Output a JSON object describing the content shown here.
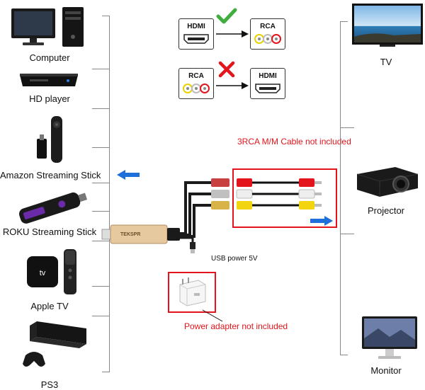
{
  "devices_left": [
    {
      "label": "Computer",
      "icon": "computer-icon"
    },
    {
      "label": "HD player",
      "icon": "hd-player-icon"
    },
    {
      "label": "Amazon Streaming Stick",
      "icon": "amazon-stick-icon"
    },
    {
      "label": "ROKU Streaming Stick",
      "icon": "roku-stick-icon"
    },
    {
      "label": "Apple TV",
      "icon": "apple-tv-icon"
    },
    {
      "label": "PS3",
      "icon": "ps3-icon"
    }
  ],
  "devices_right": [
    {
      "label": "TV",
      "icon": "tv-icon"
    },
    {
      "label": "Projector",
      "icon": "projector-icon"
    },
    {
      "label": "Monitor",
      "icon": "monitor-icon"
    }
  ],
  "conversion": {
    "supported": {
      "from": "HDMI",
      "to": "RCA",
      "status": "check-icon"
    },
    "unsupported": {
      "from": "RCA",
      "to": "HDMI",
      "status": "cross-icon"
    }
  },
  "notes": {
    "cable_note": "3RCA M/M Cable not included",
    "usb_power": "USB power 5V",
    "adapter_note": "Power adapter not included"
  },
  "adapter_brand": "TEKSPR",
  "colors": {
    "accent_red": "#e3141b",
    "arrow_blue": "#1e6fd9",
    "check_green": "#3fae3f"
  }
}
